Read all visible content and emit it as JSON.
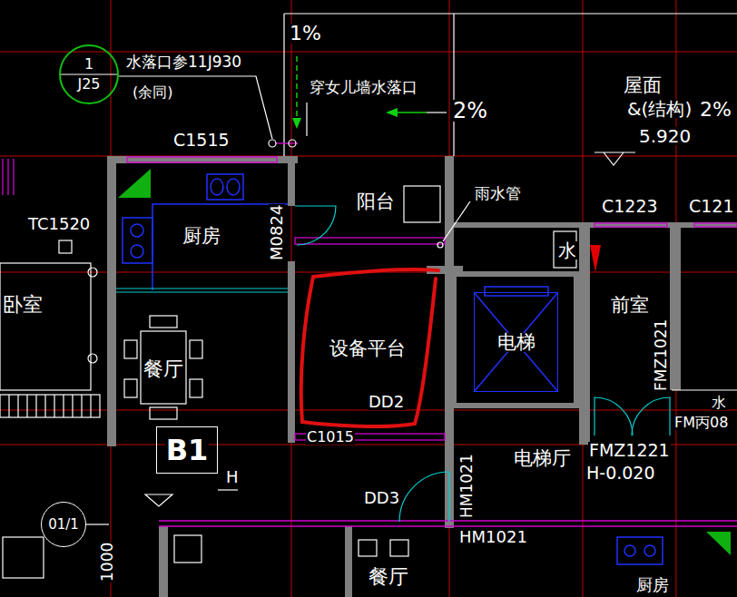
{
  "diagram": {
    "nodes": [
      {
        "text": [
          "1",
          "J25"
        ]
      },
      {
        "text": [
          "设备平台"
        ]
      },
      {
        "text": [
          "电梯"
        ]
      },
      {
        "text": [
          "B1"
        ]
      },
      {
        "text": [
          "01/1"
        ]
      }
    ],
    "labels": [
      "1%",
      "水落口参11J930",
      "(余同)",
      "穿女儿墙水落口",
      "2%",
      "屋面",
      "&(结构)",
      "5.920",
      "2%",
      "C1515",
      "阳台",
      "雨水管",
      "C1223",
      "C121",
      "TC1520",
      "厨房",
      "M0824",
      "水",
      "前室",
      "FMZ1021",
      "卧室",
      "餐厅",
      "DD2",
      "C1015",
      "H",
      "DD3",
      "HM1021",
      "电梯厅",
      "FMZ1221",
      "H-0.020",
      "水",
      "FM丙08",
      "HM1021",
      "1000",
      "餐厅",
      "厨房"
    ]
  }
}
